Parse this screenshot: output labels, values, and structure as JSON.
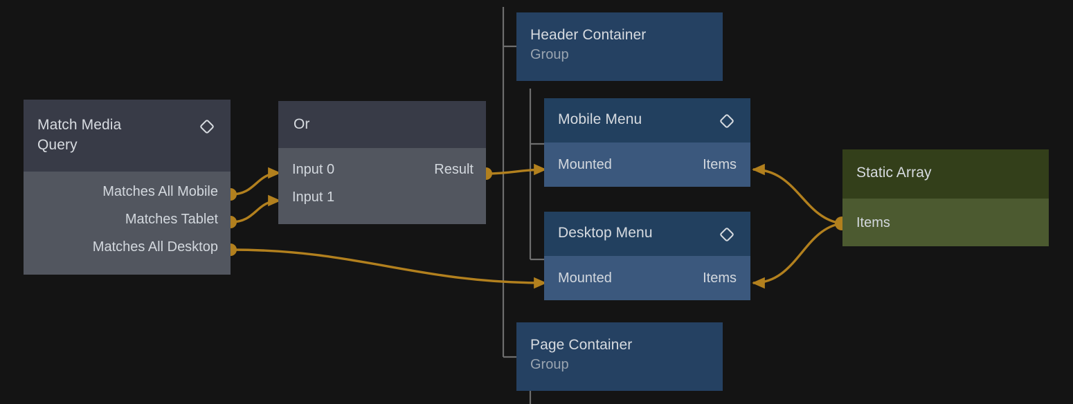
{
  "canvas": {
    "background_color": "#141414",
    "edge_color": "#b2801e",
    "tree_line_color": "#6e6e6e"
  },
  "nodes": {
    "match_media_query": {
      "title": "Match Media\nQuery",
      "icon": "diamond-icon",
      "header_color": "#383b47",
      "body_color": "#52565f",
      "outputs": [
        {
          "label": "Matches All Mobile"
        },
        {
          "label": "Matches Tablet"
        },
        {
          "label": "Matches All Desktop"
        }
      ]
    },
    "or": {
      "title": "Or",
      "header_color": "#383b47",
      "body_color": "#52565f",
      "inputs": [
        {
          "label": "Input 0"
        },
        {
          "label": "Input 1"
        }
      ],
      "outputs": [
        {
          "label": "Result"
        }
      ]
    },
    "header_container": {
      "title": "Header Container",
      "subtitle": "Group",
      "color": "#254162"
    },
    "mobile_menu": {
      "title": "Mobile Menu",
      "icon": "diamond-icon",
      "header_color": "#22405f",
      "body_color": "#3b587d",
      "input_label": "Mounted",
      "output_label": "Items"
    },
    "desktop_menu": {
      "title": "Desktop Menu",
      "icon": "diamond-icon",
      "header_color": "#22405f",
      "body_color": "#3b587d",
      "input_label": "Mounted",
      "output_label": "Items"
    },
    "page_container": {
      "title": "Page Container",
      "subtitle": "Group",
      "color": "#254162"
    },
    "static_array": {
      "title": "Static Array",
      "header_color": "#333f1a",
      "body_color": "#4c5a30",
      "output_label": "Items"
    }
  }
}
